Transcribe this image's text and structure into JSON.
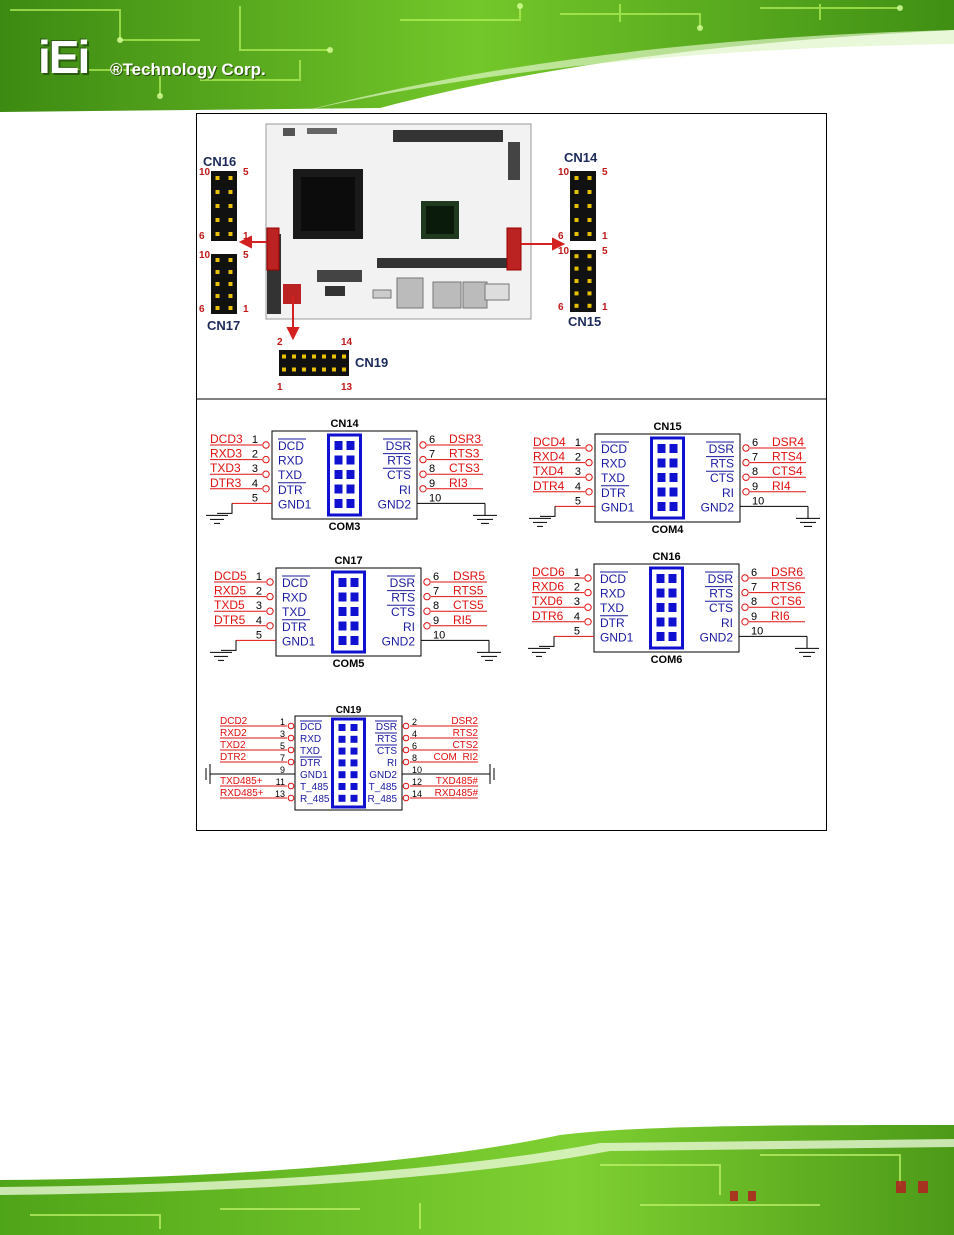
{
  "header": {
    "logo_mark": "iEi",
    "logo_text": "®Technology Corp."
  },
  "board": {
    "connectors": [
      {
        "name": "CN16",
        "pin_top_left": "10",
        "pin_top_right": "5",
        "pin_bottom_left": "6",
        "pin_bottom_right": "1"
      },
      {
        "name": "CN17",
        "pin_top_left": "10",
        "pin_top_right": "5",
        "pin_bottom_left": "6",
        "pin_bottom_right": "1"
      },
      {
        "name": "CN14",
        "pin_top_left": "10",
        "pin_top_right": "5",
        "pin_bottom_left": "6",
        "pin_bottom_right": "1"
      },
      {
        "name": "CN15",
        "pin_top_left": "10",
        "pin_top_right": "5",
        "pin_bottom_left": "6",
        "pin_bottom_right": "1"
      },
      {
        "name": "CN19",
        "pin_top_left": "2",
        "pin_top_right": "14",
        "pin_bottom_left": "1",
        "pin_bottom_right": "13"
      }
    ]
  },
  "schematics": [
    {
      "connector": "CN14",
      "port": "COM3",
      "left": [
        {
          "signal": "DCD3",
          "pin": "1",
          "label": "DCD"
        },
        {
          "signal": "RXD3",
          "pin": "2",
          "label": "RXD"
        },
        {
          "signal": "TXD3",
          "pin": "3",
          "label": "TXD"
        },
        {
          "signal": "DTR3",
          "pin": "4",
          "label": "DTR"
        },
        {
          "signal": "",
          "pin": "5",
          "label": "GND1"
        }
      ],
      "right": [
        {
          "signal": "DSR3",
          "pin": "6",
          "label": "DSR"
        },
        {
          "signal": "RTS3",
          "pin": "7",
          "label": "RTS"
        },
        {
          "signal": "CTS3",
          "pin": "8",
          "label": "CTS"
        },
        {
          "signal": "RI3",
          "pin": "9",
          "label": "RI"
        },
        {
          "signal": "",
          "pin": "10",
          "label": "GND2"
        }
      ]
    },
    {
      "connector": "CN15",
      "port": "COM4",
      "left": [
        {
          "signal": "DCD4",
          "pin": "1",
          "label": "DCD"
        },
        {
          "signal": "RXD4",
          "pin": "2",
          "label": "RXD"
        },
        {
          "signal": "TXD4",
          "pin": "3",
          "label": "TXD"
        },
        {
          "signal": "DTR4",
          "pin": "4",
          "label": "DTR"
        },
        {
          "signal": "",
          "pin": "5",
          "label": "GND1"
        }
      ],
      "right": [
        {
          "signal": "DSR4",
          "pin": "6",
          "label": "DSR"
        },
        {
          "signal": "RTS4",
          "pin": "7",
          "label": "RTS"
        },
        {
          "signal": "CTS4",
          "pin": "8",
          "label": "CTS"
        },
        {
          "signal": "RI4",
          "pin": "9",
          "label": "RI"
        },
        {
          "signal": "",
          "pin": "10",
          "label": "GND2"
        }
      ]
    },
    {
      "connector": "CN17",
      "port": "COM5",
      "left": [
        {
          "signal": "DCD5",
          "pin": "1",
          "label": "DCD"
        },
        {
          "signal": "RXD5",
          "pin": "2",
          "label": "RXD"
        },
        {
          "signal": "TXD5",
          "pin": "3",
          "label": "TXD"
        },
        {
          "signal": "DTR5",
          "pin": "4",
          "label": "DTR"
        },
        {
          "signal": "",
          "pin": "5",
          "label": "GND1"
        }
      ],
      "right": [
        {
          "signal": "DSR5",
          "pin": "6",
          "label": "DSR"
        },
        {
          "signal": "RTS5",
          "pin": "7",
          "label": "RTS"
        },
        {
          "signal": "CTS5",
          "pin": "8",
          "label": "CTS"
        },
        {
          "signal": "RI5",
          "pin": "9",
          "label": "RI"
        },
        {
          "signal": "",
          "pin": "10",
          "label": "GND2"
        }
      ]
    },
    {
      "connector": "CN16",
      "port": "COM6",
      "left": [
        {
          "signal": "DCD6",
          "pin": "1",
          "label": "DCD"
        },
        {
          "signal": "RXD6",
          "pin": "2",
          "label": "RXD"
        },
        {
          "signal": "TXD6",
          "pin": "3",
          "label": "TXD"
        },
        {
          "signal": "DTR6",
          "pin": "4",
          "label": "DTR"
        },
        {
          "signal": "",
          "pin": "5",
          "label": "GND1"
        }
      ],
      "right": [
        {
          "signal": "DSR6",
          "pin": "6",
          "label": "DSR"
        },
        {
          "signal": "RTS6",
          "pin": "7",
          "label": "RTS"
        },
        {
          "signal": "CTS6",
          "pin": "8",
          "label": "CTS"
        },
        {
          "signal": "RI6",
          "pin": "9",
          "label": "RI"
        },
        {
          "signal": "",
          "pin": "10",
          "label": "GND2"
        }
      ]
    }
  ],
  "cn19": {
    "connector": "CN19",
    "left": [
      {
        "signal": "DCD2",
        "pin": "1",
        "label": "DCD"
      },
      {
        "signal": "RXD2",
        "pin": "3",
        "label": "RXD"
      },
      {
        "signal": "TXD2",
        "pin": "5",
        "label": "TXD"
      },
      {
        "signal": "DTR2",
        "pin": "7",
        "label": "DTR"
      },
      {
        "signal": "",
        "pin": "9",
        "label": "GND1"
      },
      {
        "signal": "TXD485+",
        "pin": "11",
        "label": "T_485"
      },
      {
        "signal": "RXD485+",
        "pin": "13",
        "label": "R_485"
      }
    ],
    "right": [
      {
        "signal": "DSR2",
        "pin": "2",
        "label": "DSR"
      },
      {
        "signal": "RTS2",
        "pin": "4",
        "label": "RTS"
      },
      {
        "signal": "CTS2",
        "pin": "6",
        "label": "CTS"
      },
      {
        "signal": "COM_RI2",
        "pin": "8",
        "label": "RI"
      },
      {
        "signal": "",
        "pin": "10",
        "label": "GND2"
      },
      {
        "signal": "TXD485#",
        "pin": "12",
        "label": "T_485"
      },
      {
        "signal": "RXD485#",
        "pin": "14",
        "label": "R_485"
      }
    ]
  },
  "colors": {
    "signal": "#e01010",
    "pin_label": "#1a1aa0",
    "header_blue": "#1010d0",
    "board_green": "#8cd63c"
  }
}
